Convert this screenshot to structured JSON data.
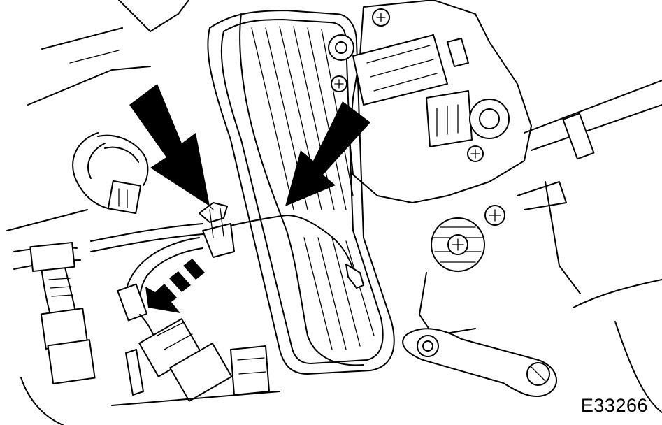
{
  "figure": {
    "id_label": "E33266"
  },
  "callouts": {
    "arrow_style": "solid-black",
    "pull_arrow_style": "dashed-black"
  },
  "colors": {
    "line": "#000000",
    "background": "#ffffff"
  }
}
